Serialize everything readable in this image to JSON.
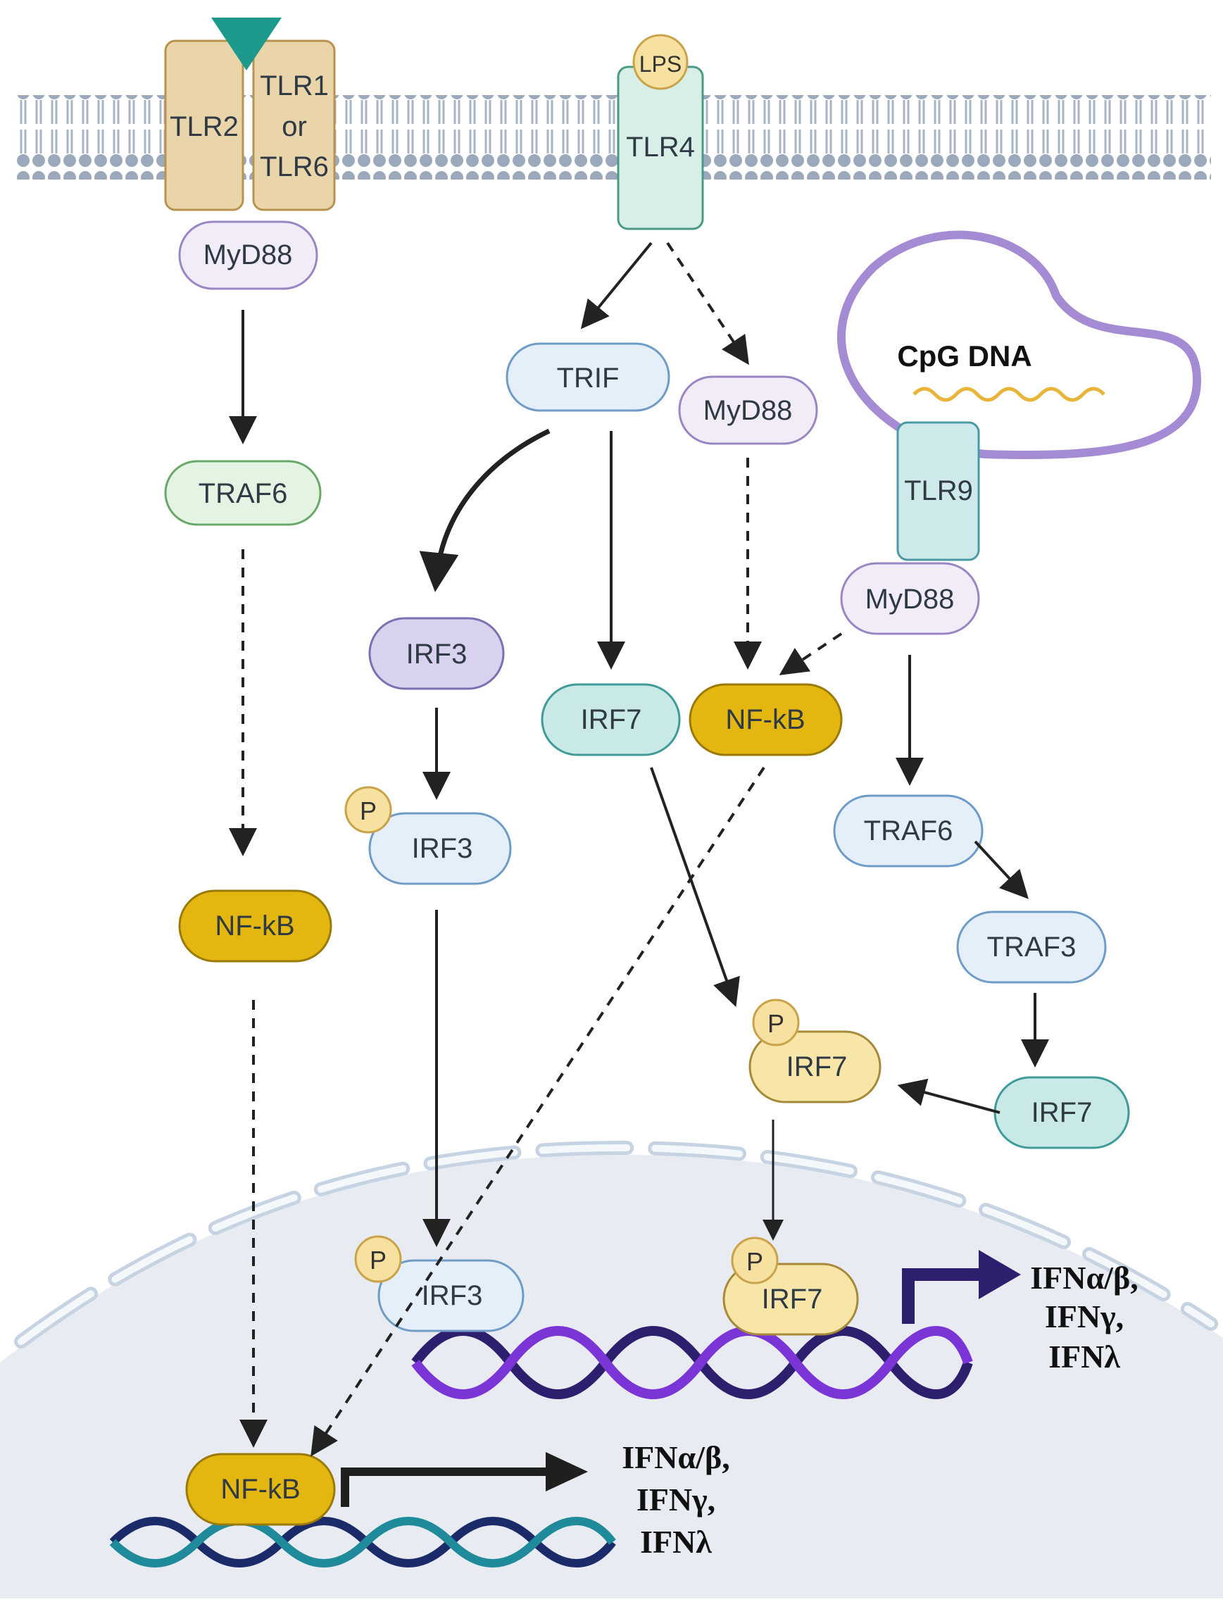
{
  "receptors": {
    "tlr2": "TLR2",
    "tlr1_line1": "TLR1",
    "tlr1_line2": "or",
    "tlr1_line3": "TLR6",
    "lps": "LPS",
    "tlr4": "TLR4",
    "tlr9": "TLR9",
    "cpg_dna": "CpG DNA"
  },
  "left_pathway": {
    "myd88": "MyD88",
    "traf6": "TRAF6",
    "nfkb": "NF-kB"
  },
  "tlr4_pathway": {
    "trif": "TRIF",
    "myd88": "MyD88",
    "irf3": "IRF3",
    "p_irf3_p": "P",
    "p_irf3": "IRF3",
    "irf7": "IRF7",
    "nfkb": "NF-kB"
  },
  "tlr9_pathway": {
    "myd88": "MyD88",
    "traf6": "TRAF6",
    "traf3": "TRAF3",
    "irf7": "IRF7",
    "p_irf7_p": "P",
    "p_irf7": "IRF7"
  },
  "nucleus": {
    "irf3_p": "P",
    "irf3": "IRF3",
    "irf7_p": "P",
    "irf7": "IRF7",
    "nfkb": "NF-kB",
    "output_right_1": "IFNα/β,",
    "output_right_2": "IFNγ,",
    "output_right_3": "IFNλ",
    "output_left_1": "IFNα/β,",
    "output_left_2": "IFNγ,",
    "output_left_3": "IFNλ"
  },
  "colors": {
    "tlr2": "#ead5aa",
    "tlr4": "#d7efe7",
    "myd88": "#f1ecf8",
    "traf6_green": "#e4f4e2",
    "light_blue": "#e4eff9",
    "irf3": "#d8d2ee",
    "irf7": "#c8e9e6",
    "nfkb": "#e3b610",
    "p_irf7": "#f7e6a8",
    "membrane": "#9aa6b8",
    "nucleus": "#e9edf3",
    "dna_purple": "#5a2aa8",
    "dna_teal": "#1f8a9a"
  }
}
